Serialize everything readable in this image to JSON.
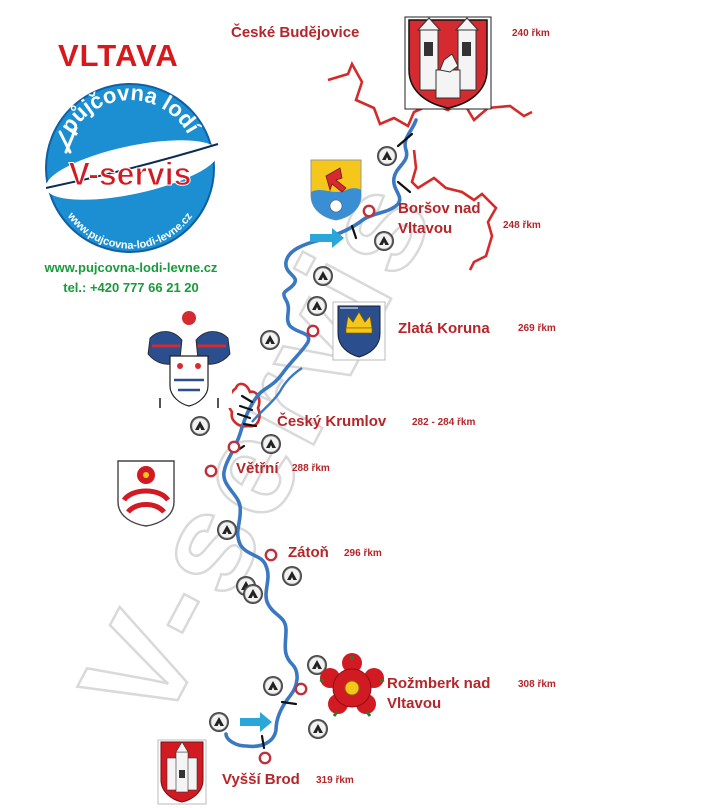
{
  "title": "VLTAVA",
  "logo": {
    "arc_text": "půjčovna lodí",
    "brand": "V-servis",
    "url_arc": "www.pujcovna-lodi-levne.cz"
  },
  "contact": {
    "website": "www.pujcovna-lodi-levne.cz",
    "phone": "tel.: +420 777 66 21 20"
  },
  "watermark": "V-servis",
  "towns": [
    {
      "id": "ceske-budejovice",
      "name": "České Budějovice",
      "km": "240 řkm"
    },
    {
      "id": "borsov",
      "name_line1": "Boršov nad",
      "name_line2": "Vltavou",
      "km": "248 řkm"
    },
    {
      "id": "zlata-koruna",
      "name": "Zlatá Koruna",
      "km": "269 řkm"
    },
    {
      "id": "cesky-krumlov",
      "name": "Český Krumlov",
      "km": "282 - 284 řkm"
    },
    {
      "id": "vetrni",
      "name": "Větřní",
      "km": "288 řkm"
    },
    {
      "id": "zaton",
      "name": "Zátoň",
      "km": "296 řkm"
    },
    {
      "id": "rozmberk",
      "name_line1": "Rožmberk nad",
      "name_line2": "Vltavou",
      "km": "308 řkm"
    },
    {
      "id": "vyssi-brod",
      "name": "Vyšší Brod",
      "km": "319 řkm"
    }
  ],
  "legend_symbols": {
    "campsite": "campsite-icon",
    "town_marker": "town-marker-icon",
    "weir": "weir-icon",
    "direction": "flow-direction-arrow-icon"
  },
  "colors": {
    "river": "#3b78c2",
    "border": "#d42a2a",
    "town_text": "#b5252a",
    "title": "#d7191c",
    "contact": "#1a9a3c",
    "arrow": "#2aa6d8"
  }
}
